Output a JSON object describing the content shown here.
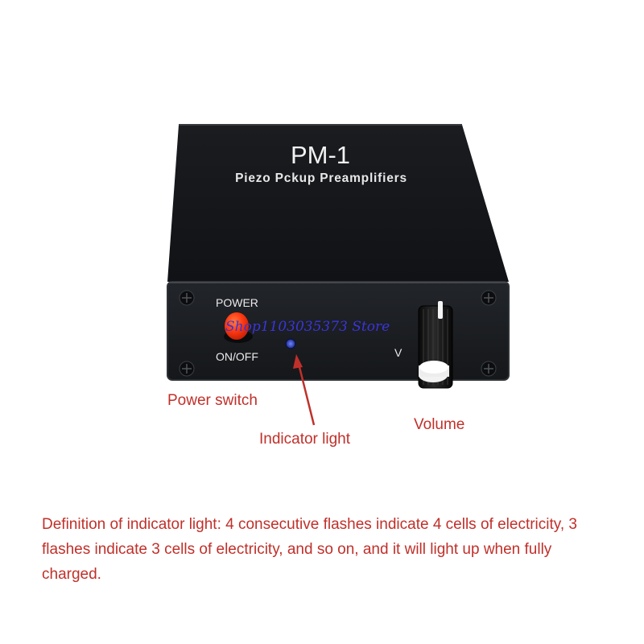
{
  "device": {
    "model": "PM-1",
    "subtitle": "Piezo Pckup Preamplifiers",
    "power_top_label": "POWER",
    "power_bottom_label": "ON/OFF",
    "volume_letter": "V"
  },
  "watermark": "Shop1103035373 Store",
  "annotations": {
    "power_switch": "Power switch",
    "indicator_light": "Indicator light",
    "volume": "Volume"
  },
  "description": "Definition of indicator light: 4 consecutive flashes indicate 4 cells of electricity, 3 flashes indicate 3 cells of electricity, and so on, and it will light up when fully charged.",
  "colors": {
    "annotation_text": "#c0302a",
    "watermark": "#3a35d8",
    "body": "#17191d",
    "power_button": "#ff3a12",
    "led": "#2a44c4"
  }
}
